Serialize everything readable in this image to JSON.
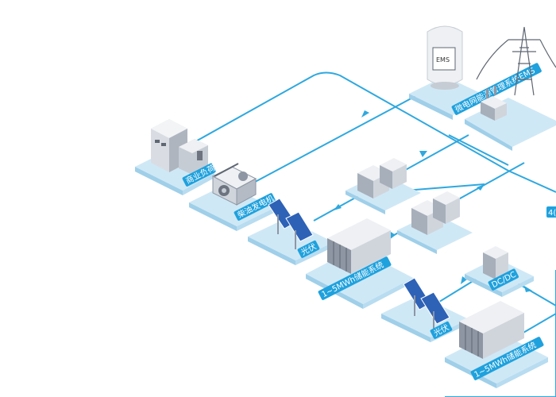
{
  "colors": {
    "line": "#2ea8df",
    "platform_top": "#cfe8f6",
    "platform_side": "#9fcfe9",
    "label_bg": "#1fa1dd",
    "label_text": "#ffffff",
    "cabinet": "#d9dde3",
    "cabinet_dark": "#8e96a3",
    "panel": "#2d62b7"
  },
  "nodes": {
    "commercial_load": {
      "label": "商业负荷",
      "icon": "building-icon"
    },
    "diesel_generator": {
      "label": "柴油发电机",
      "icon": "generator-icon"
    },
    "pv_1": {
      "label": "光伏",
      "icon": "solar-panel-icon"
    },
    "storage_1": {
      "label": "1~5MWh储能系统",
      "icon": "battery-cabinet-icon"
    },
    "ems": {
      "label": "微电网能源管理系统EMS",
      "icon": "monitor-icon",
      "screen_text": "EMS"
    },
    "grid_transformer": {
      "label": "",
      "icon": "transmission-tower-icon"
    },
    "pv_2": {
      "label": "光伏",
      "icon": "solar-panel-icon"
    },
    "dcdc": {
      "label": "DC/DC",
      "icon": "converter-cabinet-icon"
    },
    "storage_2": {
      "label": "1~5MWh储能系统",
      "icon": "battery-cabinet-icon"
    },
    "edge_label": {
      "label": "4("
    }
  }
}
